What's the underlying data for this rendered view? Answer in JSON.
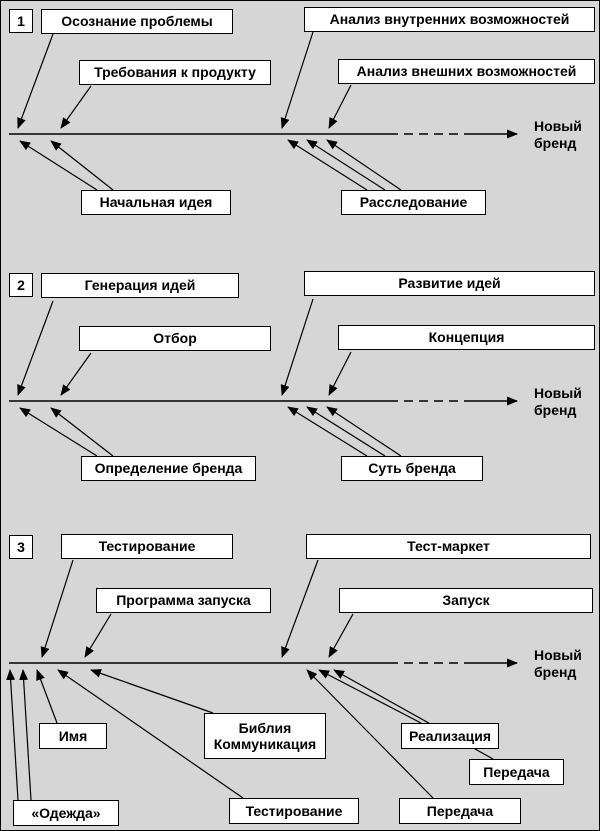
{
  "colors": {
    "background": "#d6d6d6",
    "box_background": "#ffffff",
    "line": "#000000"
  },
  "brand_label": "Новый бренд",
  "sections": [
    {
      "number": "1",
      "top": [
        "Осознание проблемы",
        "Требования к продукту",
        "Анализ внутренних возможностей",
        "Анализ внешних возможностей"
      ],
      "bottom": [
        "Начальная идея",
        "Расследование"
      ]
    },
    {
      "number": "2",
      "top": [
        "Генерация идей",
        "Отбор",
        "Развитие идей",
        "Концепция"
      ],
      "bottom": [
        "Определение бренда",
        "Суть бренда"
      ]
    },
    {
      "number": "3",
      "top": [
        "Тестирование",
        "Программа запуска",
        "Тест-маркет",
        "Запуск"
      ],
      "bottom": [
        "Имя",
        "Библия Коммуникация",
        "Реализация",
        "Передача",
        "«Одежда»",
        "Тестирование",
        "Передача"
      ]
    }
  ]
}
